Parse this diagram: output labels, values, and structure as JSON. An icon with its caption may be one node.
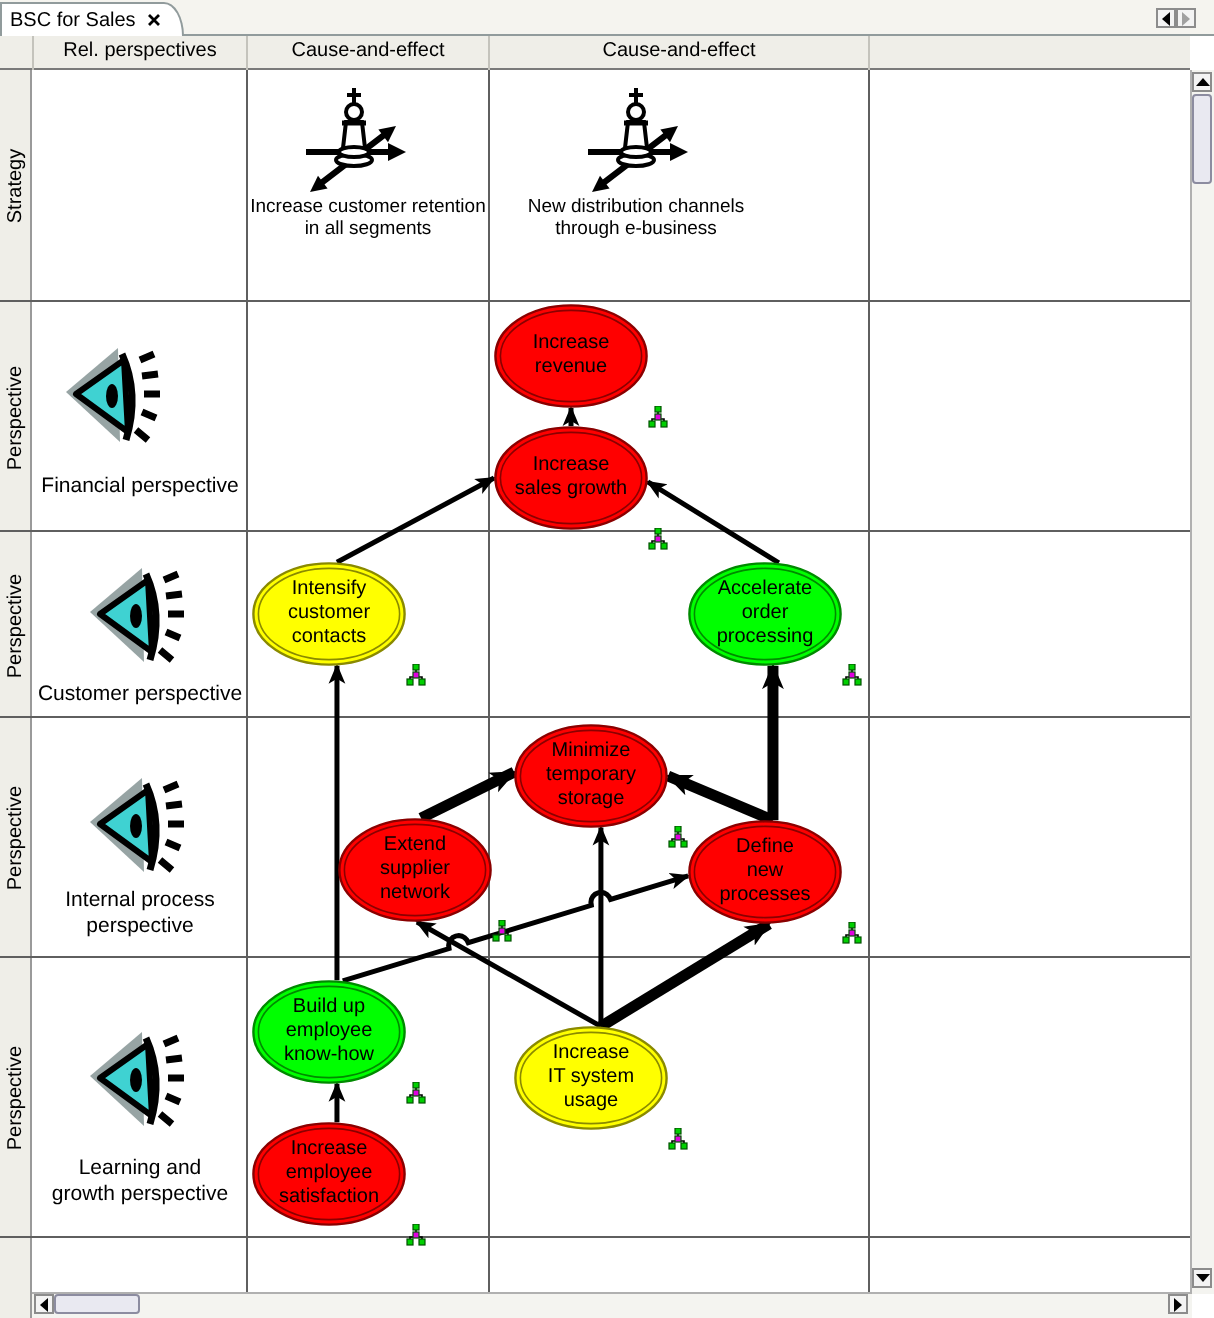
{
  "diagram": {
    "title": "BSC for Sales",
    "nodes": [
      {
        "text": [
          "Strategy",
          "Increase customer retention in all segments",
          "New distribution channels through e-business"
        ]
      },
      {
        "text": [
          "Perspective",
          "Financial perspective"
        ]
      },
      {
        "text": [
          "Increase revenue"
        ],
        "in": 1
      },
      {
        "text": [
          "Increase sales growth"
        ],
        "in": 1
      },
      {
        "text": [
          "Perspective",
          "Customer perspective"
        ]
      },
      {
        "text": [
          "Intensify customer contacts"
        ],
        "in": 4
      },
      {
        "text": [
          "Accelerate order processing"
        ],
        "in": 4
      },
      {
        "text": [
          "Perspective",
          "Internal process perspective"
        ]
      },
      {
        "text": [
          "Minimize temporary storage"
        ],
        "in": 7
      },
      {
        "text": [
          "Extend supplier network"
        ],
        "in": 7
      },
      {
        "text": [
          "Define new processes"
        ],
        "in": 7
      },
      {
        "text": [
          "Perspective",
          "Learning and growth perspective"
        ]
      },
      {
        "text": [
          "Build up employee know-how"
        ],
        "in": 11
      },
      {
        "text": [
          "Increase IT system usage"
        ],
        "in": 11
      },
      {
        "text": [
          "Increase employee satisfaction"
        ],
        "in": 11
      }
    ],
    "edges": [
      {
        "from": 3,
        "to": 2,
        "arrow": "to"
      },
      {
        "from": 5,
        "to": 3,
        "arrow": "to"
      },
      {
        "from": 6,
        "to": 3,
        "arrow": "to"
      },
      {
        "from": 12,
        "to": 5,
        "arrow": "to"
      },
      {
        "from": 10,
        "to": 6,
        "arrow": "to",
        "style": "thick"
      },
      {
        "from": 9,
        "to": 8,
        "arrow": "to",
        "style": "thick"
      },
      {
        "from": 10,
        "to": 8,
        "arrow": "to",
        "style": "thick"
      },
      {
        "from": 13,
        "to": 8,
        "arrow": "to"
      },
      {
        "from": 13,
        "to": 10,
        "arrow": "to",
        "style": "thick"
      },
      {
        "from": 13,
        "to": 9,
        "arrow": "to"
      },
      {
        "from": 12,
        "to": 10,
        "arrow": "to"
      },
      {
        "from": 14,
        "to": 12,
        "arrow": "to"
      }
    ],
    "labels": [
      "Rel. perspectives",
      "Cause-and-effect",
      "Cause-and-effect"
    ]
  }
}
